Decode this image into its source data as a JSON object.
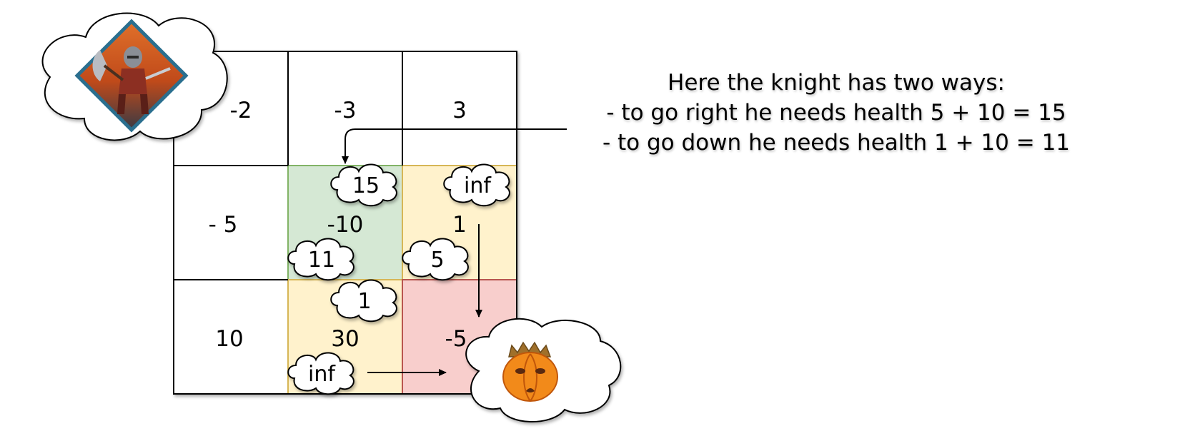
{
  "grid": {
    "rows": [
      [
        "-2",
        "-3",
        "3"
      ],
      [
        "- 5",
        "-10",
        "1"
      ],
      [
        "10",
        "30",
        "-5"
      ]
    ]
  },
  "bubbles": {
    "r1c1_top": "15",
    "r1c1_bottom": "11",
    "r1c2_top": "inf",
    "r1c2_bottom": "5",
    "r2c1_top": "1",
    "r2c1_bottom": "inf"
  },
  "caption": {
    "line1": "Here the knight has two ways:",
    "line2": "- to go right he needs health 5 + 10 = 15",
    "line3": "- to go down he needs health 1 + 10 = 11"
  },
  "colors": {
    "green_cell": "#d5e8d4",
    "yellow_cell": "#fff2cc",
    "red_cell": "#f8cecc",
    "green_border": "#82b366",
    "yellow_border": "#d6b656",
    "red_border": "#b85450"
  },
  "icons": {
    "knight": "knight-icon",
    "princess": "pumpkin-princess-icon"
  }
}
